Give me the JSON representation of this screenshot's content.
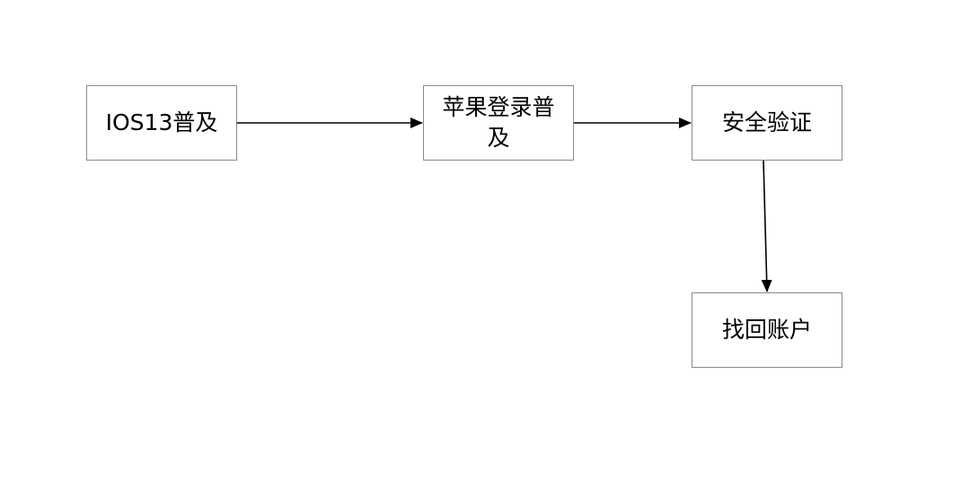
{
  "diagram": {
    "nodes": [
      {
        "id": "ios13",
        "label": "IOS13普及"
      },
      {
        "id": "apple_login",
        "label": "苹果登录普及"
      },
      {
        "id": "security",
        "label": "安全验证"
      },
      {
        "id": "recover",
        "label": "找回账户"
      }
    ],
    "edges": [
      {
        "from": "ios13",
        "to": "apple_login"
      },
      {
        "from": "apple_login",
        "to": "security"
      },
      {
        "from": "security",
        "to": "recover"
      }
    ],
    "colors": {
      "node_border": "#8a8a8a",
      "edge": "#000000",
      "text": "#000000",
      "background": "#ffffff"
    }
  }
}
